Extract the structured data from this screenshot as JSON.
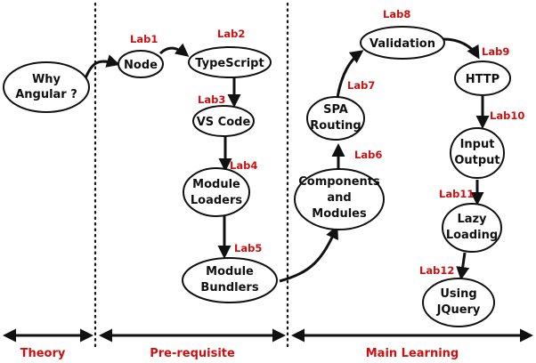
{
  "colors": {
    "lab": "#cc1111",
    "section": "#cc1111",
    "ink": "#111111"
  },
  "nodes": {
    "why_angular": [
      "Why",
      "Angular ?"
    ],
    "node": [
      "Node"
    ],
    "typescript": [
      "TypeScript"
    ],
    "vscode": [
      "VS Code"
    ],
    "module_loaders": [
      "Module",
      "Loaders"
    ],
    "module_bundlers": [
      "Module",
      "Bundlers"
    ],
    "components_modules": [
      "Components",
      "and",
      "Modules"
    ],
    "spa_routing": [
      "SPA",
      "Routing"
    ],
    "validation": [
      "Validation"
    ],
    "http": [
      "HTTP"
    ],
    "input_output": [
      "Input",
      "Output"
    ],
    "lazy_loading": [
      "Lazy",
      "Loading"
    ],
    "using_jquery": [
      "Using",
      "JQuery"
    ]
  },
  "labs": {
    "lab1": "Lab1",
    "lab2": "Lab2",
    "lab3": "Lab3",
    "lab4": "Lab4",
    "lab5": "Lab5",
    "lab6": "Lab6",
    "lab7": "Lab7",
    "lab8": "Lab8",
    "lab9": "Lab9",
    "lab10": "Lab10",
    "lab11": "Lab11",
    "lab12": "Lab12"
  },
  "sections": {
    "theory": "Theory",
    "prerequisite": "Pre-requisite",
    "main_learning": "Main Learning"
  }
}
